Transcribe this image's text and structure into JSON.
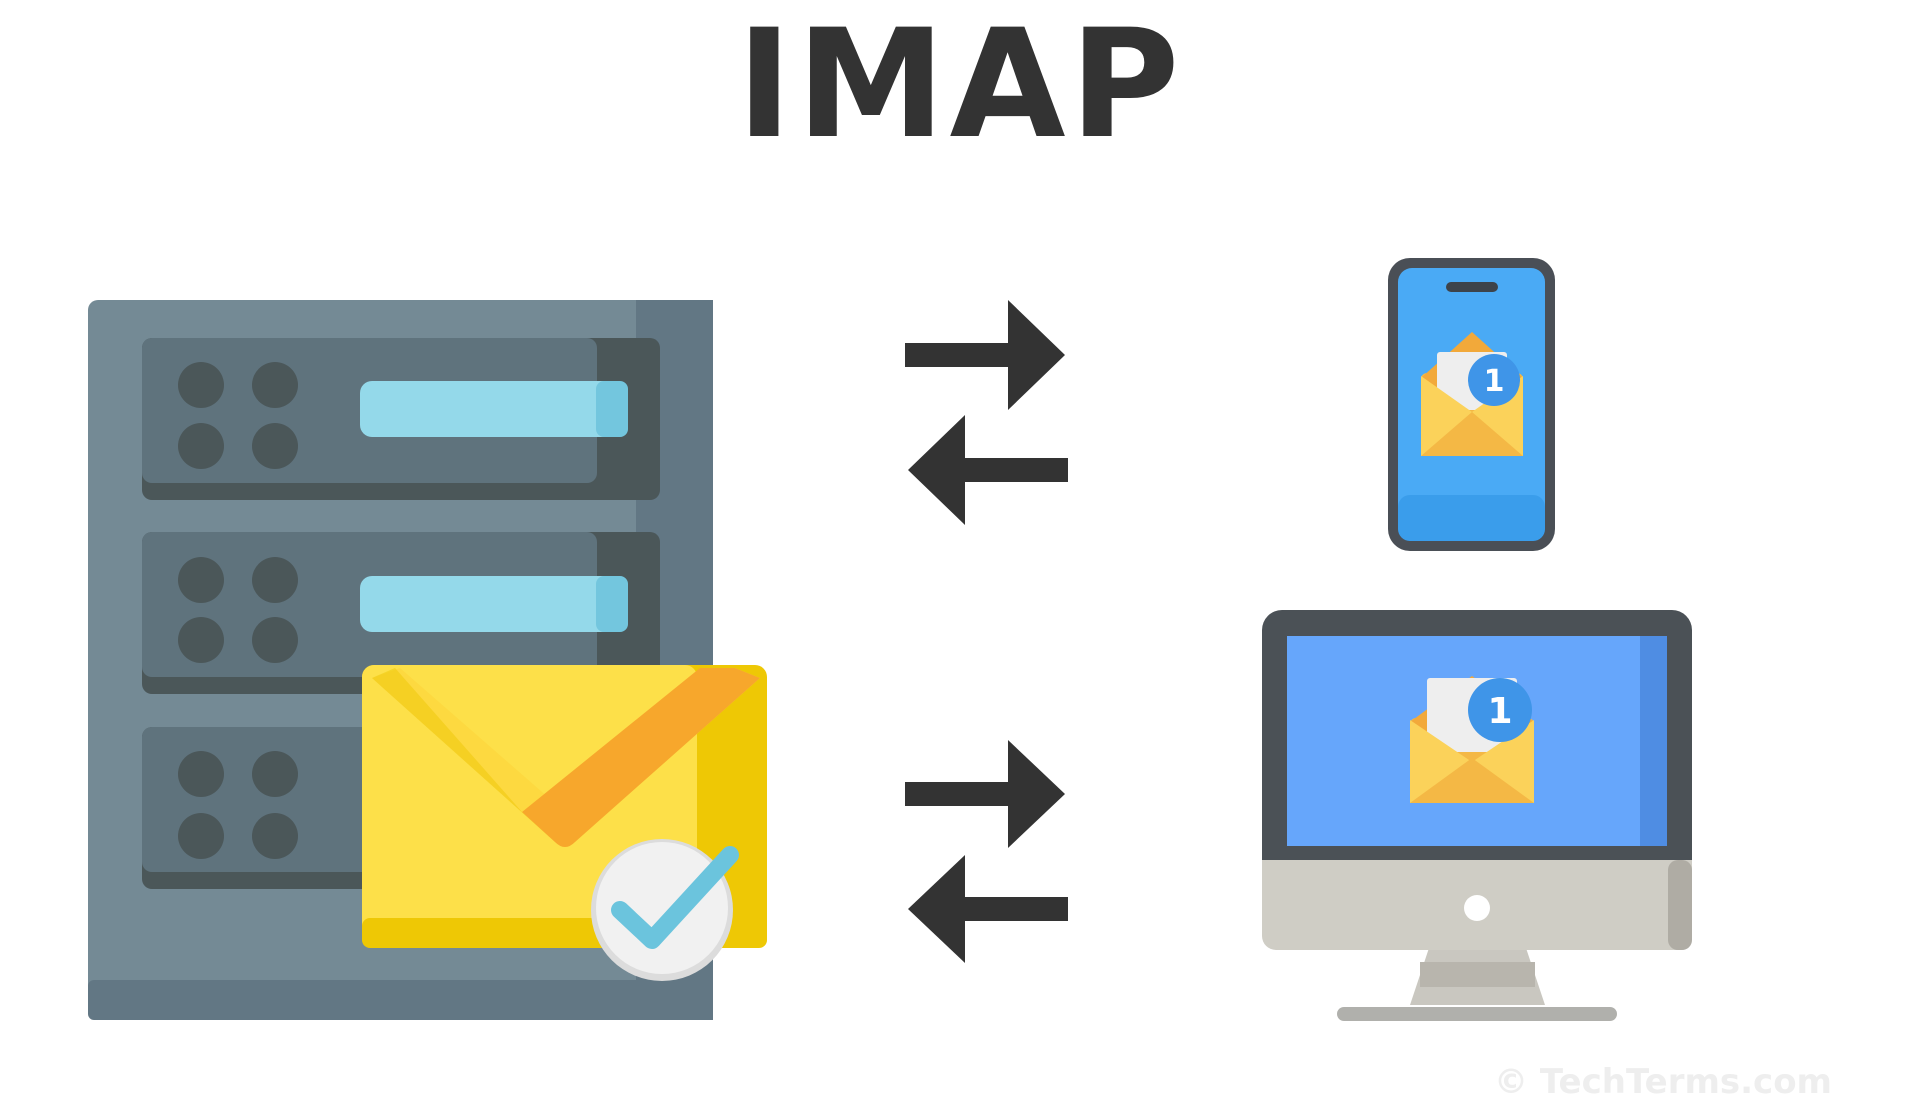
{
  "title": "IMAP",
  "watermark": "© TechTerms.com",
  "phone": {
    "badge_count": "1"
  },
  "desktop": {
    "badge_count": "1"
  },
  "icons": [
    "mail-server-icon",
    "envelope-check-icon",
    "sync-arrows-icon",
    "smartphone-icon",
    "desktop-computer-icon",
    "new-mail-icon"
  ],
  "colors": {
    "title": "#333333",
    "server": "#6b7f8c",
    "drive_bar": "#94d9ea",
    "envelope": "#fdd940",
    "arrows": "#333333",
    "phone_screen": "#4aa9f5",
    "monitor_screen": "#66a6fb",
    "badge": "#3f95e8",
    "check": "#6bc4dd"
  }
}
